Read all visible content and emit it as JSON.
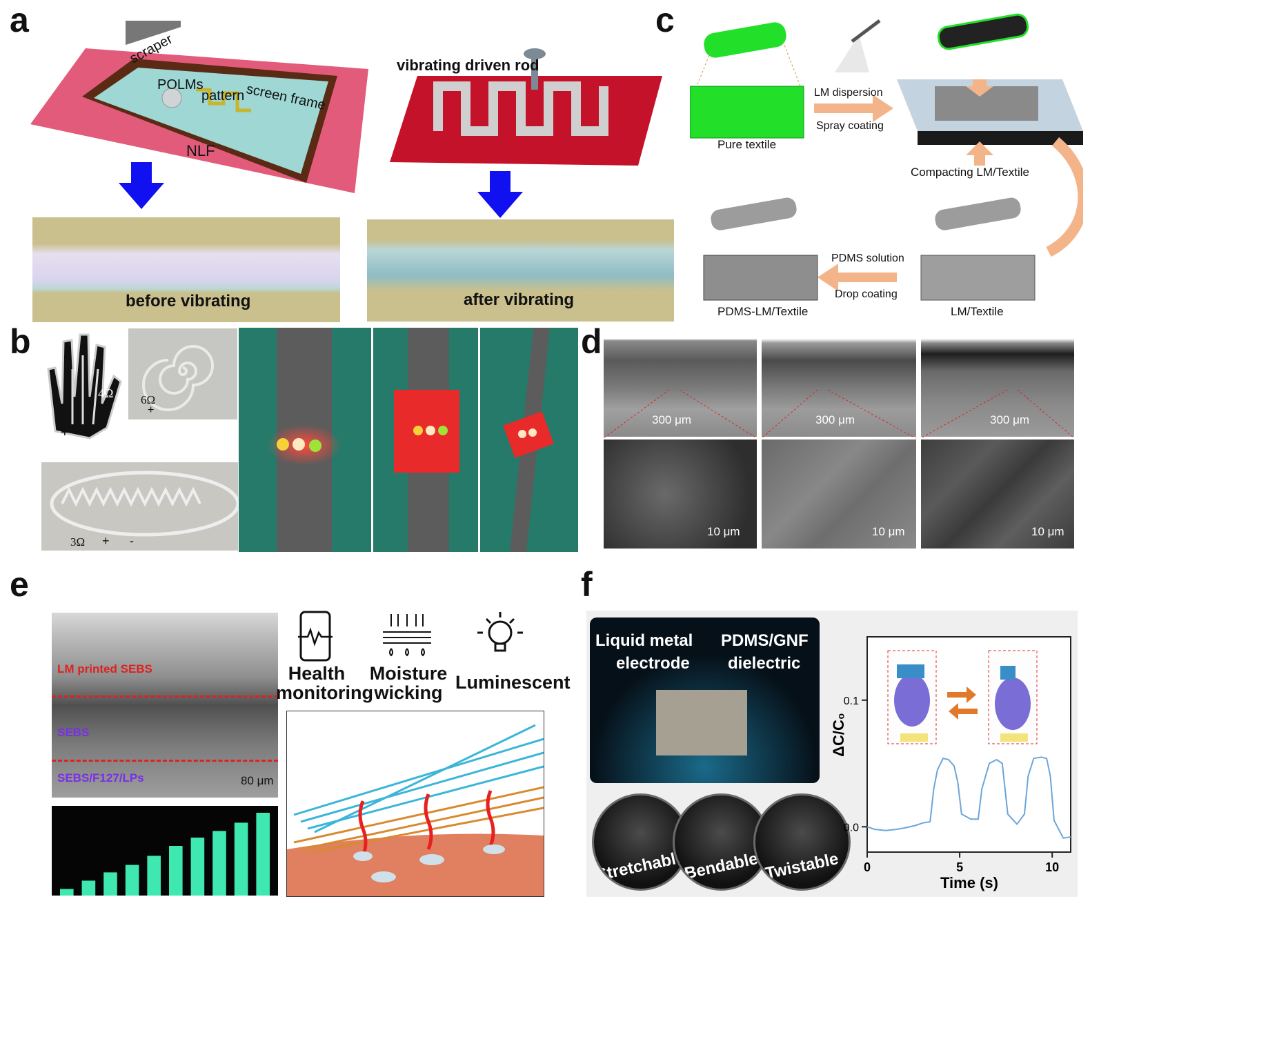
{
  "panels": {
    "a": {
      "label": "a",
      "left_labels": {
        "scraper": "scraper",
        "polms": "POLMs",
        "pattern": "pattern",
        "frame": "screen frame",
        "nlf": "NLF"
      },
      "right_label": "vibrating driven rod",
      "before": "before vibrating",
      "after": "after vibrating",
      "colors": {
        "mat": "#e25b7a",
        "rod_mat": "#c4122a",
        "arrow": "#1010f0",
        "wood": "#5a2a14"
      }
    },
    "b": {
      "label": "b",
      "hand_res": "4Ω",
      "spiral_res": "6Ω",
      "insole_res": "3Ω",
      "plus": "+",
      "minus": "-"
    },
    "c": {
      "label": "c",
      "pure": "Pure textile",
      "lm_disp": "LM dispersion",
      "spray": "Spray coating",
      "compact": "Compacting LM/Textile",
      "pdms_sol": "PDMS solution",
      "drop": "Drop coating",
      "pdms_lm": "PDMS-LM/Textile",
      "lm_tex": "LM/Textile",
      "colors": {
        "green": "#22e02a",
        "arrow": "#f4b48a"
      }
    },
    "d": {
      "label": "d",
      "scale_top": [
        "300 μm",
        "300 μm",
        "300 μm"
      ],
      "scale_bottom": [
        "10 μm",
        "10 μm",
        "10 μm"
      ]
    },
    "e": {
      "label": "e",
      "layers": [
        "LM printed SEBS",
        "SEBS",
        "SEBS/F127/LPs"
      ],
      "scale": "80 μm",
      "icons": [
        {
          "name": "health",
          "label_line1": "Health",
          "label_line2": "monitoring"
        },
        {
          "name": "moisture",
          "label_line1": "Moisture",
          "label_line2": "wicking"
        },
        {
          "name": "lum",
          "label_line1": "Luminescent",
          "label_line2": ""
        }
      ],
      "bar_heights": [
        0.08,
        0.18,
        0.28,
        0.37,
        0.48,
        0.6,
        0.7,
        0.78,
        0.88,
        1.0
      ]
    },
    "f": {
      "label": "f",
      "lm_label_1": "Liquid metal",
      "lm_label_2": "electrode",
      "pd_label_1": "PDMS/GNF",
      "pd_label_2": "dielectric",
      "modes": [
        "Stretchable",
        "Bendable",
        "Twistable"
      ]
    }
  },
  "chart_data": {
    "type": "line",
    "xlabel": "Time (s)",
    "ylabel": "ΔC/C₀",
    "xticks": [
      "0",
      "5",
      "10"
    ],
    "yticks": [
      "0.0",
      "0.1"
    ],
    "xlim": [
      0,
      11
    ],
    "ylim": [
      -0.02,
      0.15
    ],
    "series": [
      {
        "color": "#6aa6d8",
        "x": [
          0,
          0.4,
          1,
          1.6,
          2,
          2.6,
          3,
          3.4,
          3.6,
          3.8,
          4.1,
          4.4,
          4.7,
          4.9,
          5.1,
          5.6,
          6,
          6.2,
          6.6,
          7,
          7.3,
          7.6,
          8.1,
          8.5,
          8.7,
          9,
          9.4,
          9.7,
          9.9,
          10.1,
          10.6,
          11
        ],
        "y": [
          0.0,
          -0.002,
          -0.003,
          -0.002,
          -0.001,
          0.001,
          0.003,
          0.004,
          0.03,
          0.045,
          0.054,
          0.053,
          0.048,
          0.035,
          0.01,
          0.006,
          0.006,
          0.03,
          0.05,
          0.053,
          0.05,
          0.01,
          0.002,
          0.01,
          0.04,
          0.054,
          0.055,
          0.054,
          0.04,
          0.005,
          -0.009,
          -0.008
        ]
      }
    ]
  }
}
